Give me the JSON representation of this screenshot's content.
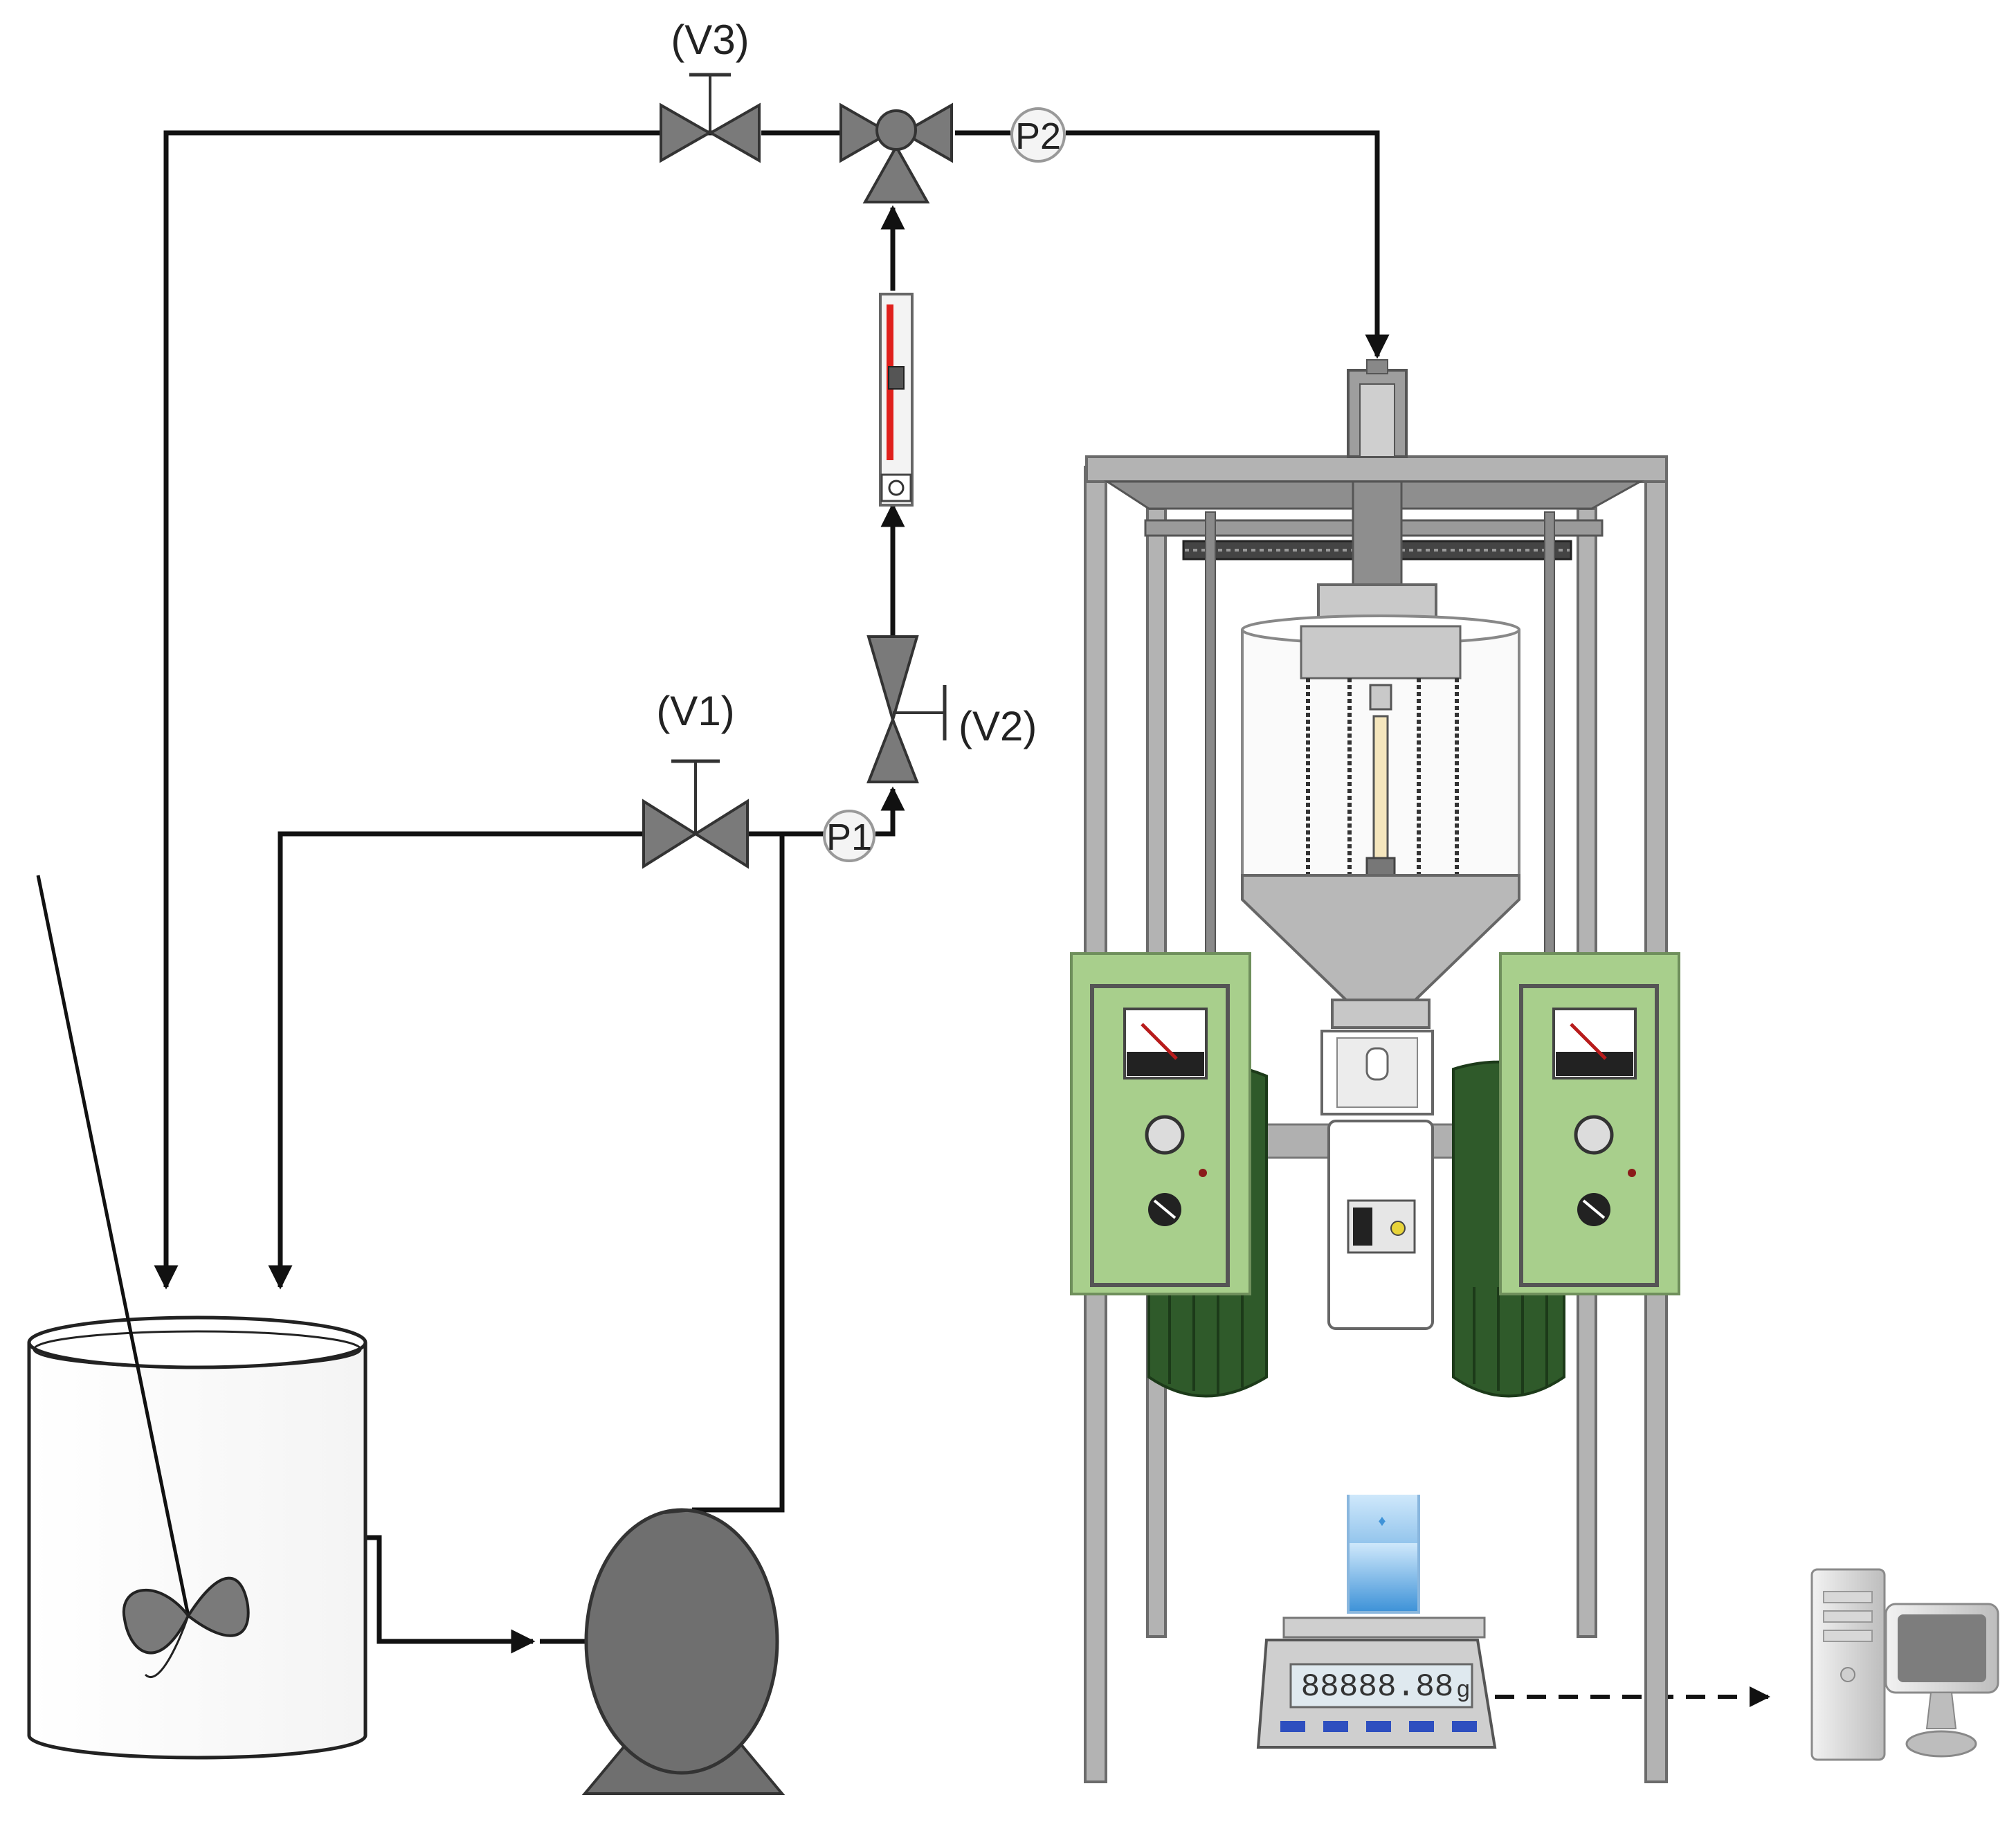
{
  "labels": {
    "v3": "(V3)",
    "v1": "(V1)",
    "v2": "(V2)",
    "p1": "P1",
    "p2": "P2"
  },
  "balance_display": "88888.88",
  "balance_unit": "g",
  "colors": {
    "pipe": "#111111",
    "valve": "#7a7a7a",
    "pump": "#6f6f6f",
    "frame": "#b3b3b3",
    "motor": "#2f5a2a",
    "control_panel": "#a8cf8c",
    "liquid": "#6fb3e6",
    "rotameter_scale": "#e0201c"
  },
  "icons": [
    "mixing-tank",
    "impeller",
    "centrifugal-pump",
    "gate-valve",
    "three-way-valve",
    "pressure-gauge",
    "rotameter",
    "spinning-apparatus",
    "motor",
    "control-panel",
    "analytical-balance",
    "computer"
  ]
}
